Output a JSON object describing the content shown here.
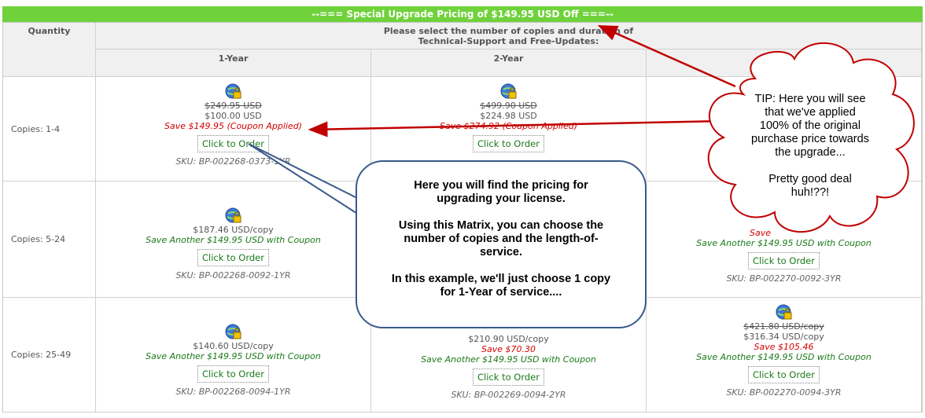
{
  "banner": "--=== Special Upgrade Pricing of $149.95 USD Off ===--",
  "headers": {
    "quantity": "Quantity",
    "instruction_line1": "Please select the number of copies and duration of",
    "instruction_line2": "Technical-Support and Free-Updates:",
    "year1": "1-Year",
    "year2": "2-Year"
  },
  "rows": [
    {
      "label": "Copies: 1-4",
      "cells": [
        {
          "strike": "$249.95 USD",
          "price": "$100.00 USD",
          "save": "Save $149.95 (Coupon Applied)",
          "order": "Click to Order",
          "sku": "SKU: BP-002268-0373-1YR"
        },
        {
          "strike": "$499.90 USD",
          "price": "$224.98 USD",
          "save": "Save $274.92 (Coupon Applied)",
          "order": "Click to Order"
        }
      ]
    },
    {
      "label": "Copies: 5-24",
      "cells": [
        {
          "price": "$187.46 USD/copy",
          "save_green": "Save Another $149.95 USD with Coupon",
          "order": "Click to Order",
          "sku": "SKU: BP-002268-0092-1YR"
        },
        {
          "save_red": "Save",
          "save_green": "Save Another $149.95 USD with Coupon",
          "order": "Click to Order",
          "sku": "SKU: BP-002270-0092-3YR"
        }
      ]
    },
    {
      "label": "Copies: 25-49",
      "cells": [
        {
          "price": "$140.60 USD/copy",
          "save_green": "Save Another $149.95 USD with Coupon",
          "order": "Click to Order",
          "sku": "SKU: BP-002268-0094-1YR"
        },
        {
          "price": "$210.90 USD/copy",
          "save_red": "Save $70.30",
          "save_green": "Save Another $149.95 USD with Coupon",
          "order": "Click to Order",
          "sku": "SKU: BP-002269-0094-2YR"
        },
        {
          "strike": "$421.80 USD/copy",
          "price": "$316.34 USD/copy",
          "save_red": "Save $105.46",
          "save_green": "Save Another $149.95 USD with Coupon",
          "order": "Click to Order",
          "sku": "SKU: BP-002270-0094-3YR"
        }
      ]
    }
  ],
  "callout_license": {
    "line1": "Here you will find the pricing for",
    "line2": "upgrading your license.",
    "line3": "Using this Matrix, you can choose the",
    "line4": "number of copies and the length-of-",
    "line5": "service.",
    "line6": "In this example, we'll just choose 1 copy",
    "line7": "for 1-Year of service...."
  },
  "callout_tip": {
    "line1": "TIP: Here you will see",
    "line2": "that we've applied",
    "line3": "100% of the original",
    "line4": "purchase price towards",
    "line5": "the upgrade...",
    "line6": "Pretty good deal",
    "line7": "huh!??!"
  },
  "colors": {
    "banner": "#6fd23b",
    "arrow": "#c00000",
    "callout_border": "#3a5a8a",
    "cloud_border": "#c00000"
  },
  "icons": {
    "product": "padlock-globe-icon"
  }
}
